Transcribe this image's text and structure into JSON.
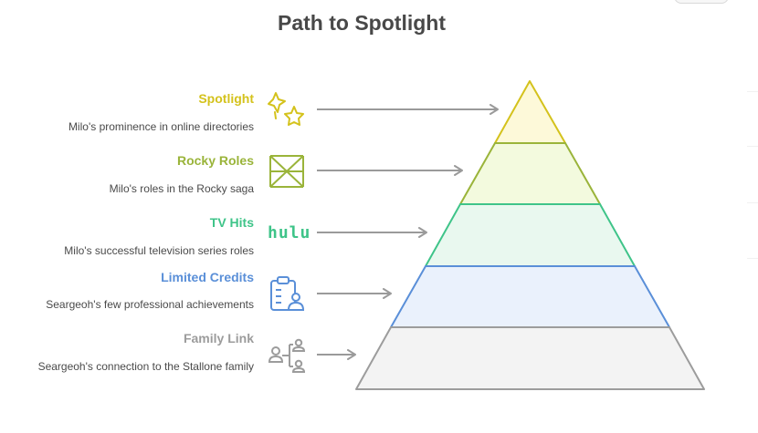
{
  "title": "Path to Spotlight",
  "tiers": [
    {
      "title": "Spotlight",
      "description": "Milo's prominence in online directories",
      "icon": "spotlight-stars-icon",
      "color": "#d4c21c",
      "fill": "#fdf9d9"
    },
    {
      "title": "Rocky Roles",
      "description": "Milo's roles in the Rocky saga",
      "icon": "film-strip-icon",
      "color": "#9ab43a",
      "fill": "#f3fade"
    },
    {
      "title": "TV Hits",
      "description": "Milo's successful television series roles",
      "icon": "hulu-logo-icon",
      "icon_text": "hulu",
      "color": "#3fc489",
      "fill": "#e9f8ef"
    },
    {
      "title": "Limited Credits",
      "description": "Seargeoh's few professional achievements",
      "icon": "clipboard-person-icon",
      "color": "#5a8fd8",
      "fill": "#eaf1fc"
    },
    {
      "title": "Family Link",
      "description": "Seargeoh's connection to the Stallone family",
      "icon": "family-tree-icon",
      "color": "#9c9c9c",
      "fill": "#f3f3f3"
    }
  ]
}
